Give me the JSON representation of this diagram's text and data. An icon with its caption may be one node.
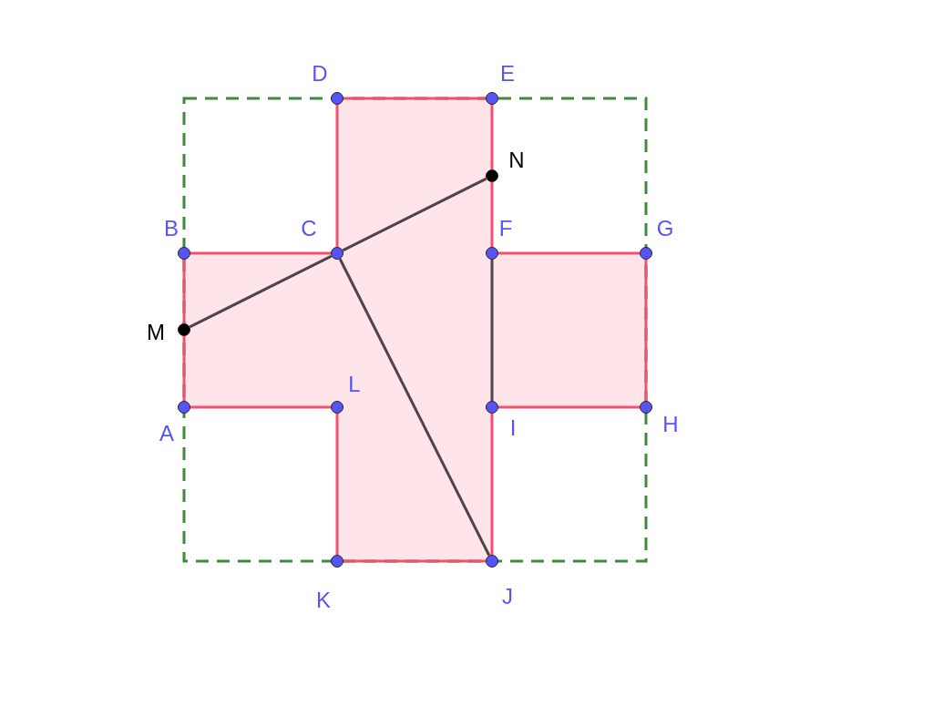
{
  "diagram": {
    "nodes": [
      {
        "text": [
          "A"
        ]
      },
      {
        "text": [
          "B"
        ]
      },
      {
        "text": [
          "C"
        ]
      },
      {
        "text": [
          "D"
        ]
      },
      {
        "text": [
          "E"
        ]
      },
      {
        "text": [
          "F"
        ]
      },
      {
        "text": [
          "G"
        ]
      },
      {
        "text": [
          "H"
        ]
      },
      {
        "text": [
          "I"
        ]
      },
      {
        "text": [
          "J"
        ]
      },
      {
        "text": [
          "K"
        ]
      },
      {
        "text": [
          "L"
        ]
      },
      {
        "text": [
          "M"
        ]
      },
      {
        "text": [
          "N"
        ]
      }
    ],
    "edges": [
      {
        "from": 0,
        "to": 12,
        "arrow": "none"
      },
      {
        "from": 12,
        "to": 1,
        "arrow": "none"
      },
      {
        "from": 1,
        "to": 2,
        "arrow": "none"
      },
      {
        "from": 2,
        "to": 3,
        "arrow": "none"
      },
      {
        "from": 3,
        "to": 4,
        "arrow": "none"
      },
      {
        "from": 4,
        "to": 13,
        "arrow": "none"
      },
      {
        "from": 13,
        "to": 5,
        "arrow": "none"
      },
      {
        "from": 5,
        "to": 6,
        "arrow": "none"
      },
      {
        "from": 6,
        "to": 7,
        "arrow": "none"
      },
      {
        "from": 7,
        "to": 8,
        "arrow": "none"
      },
      {
        "from": 8,
        "to": 9,
        "arrow": "none"
      },
      {
        "from": 9,
        "to": 10,
        "arrow": "none"
      },
      {
        "from": 10,
        "to": 11,
        "arrow": "none"
      },
      {
        "from": 11,
        "to": 0,
        "arrow": "none"
      },
      {
        "from": 12,
        "to": 2,
        "arrow": "none",
        "color": "#4d4646"
      },
      {
        "from": 2,
        "to": 13,
        "arrow": "none",
        "color": "#4d4646"
      },
      {
        "from": 2,
        "to": 9,
        "arrow": "none",
        "color": "#4d4646"
      },
      {
        "from": 5,
        "to": 8,
        "arrow": "none",
        "color": "#4d4646"
      }
    ]
  }
}
